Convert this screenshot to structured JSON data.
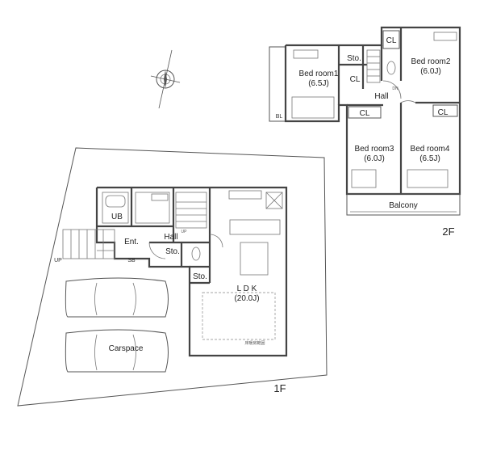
{
  "floors": {
    "first_floor_label": "1F",
    "second_floor_label": "2F"
  },
  "rooms_2f": {
    "bed1": "Bed room1",
    "bed1_size": "(6.5J)",
    "bed2": "Bed room2",
    "bed2_size": "(6.0J)",
    "bed3": "Bed room3",
    "bed3_size": "(6.0J)",
    "bed4": "Bed room4",
    "bed4_size": "(6.5J)",
    "hall": "Hall",
    "storage": "Sto.",
    "closet": "CL",
    "balcony": "Balcony",
    "bl": "BL",
    "dn": "DN"
  },
  "rooms_1f": {
    "ldk": "L D K",
    "ldk_size": "(20.0J)",
    "ub": "UB",
    "entrance": "Ent.",
    "hall": "Hall",
    "storage": "Sto.",
    "sb": "SB",
    "up": "UP",
    "up_small": "UP",
    "carspace": "Carspace",
    "floor_note": "床暖房範囲"
  },
  "colors": {
    "wall": "#444444",
    "fixture": "#777777",
    "background": "#ffffff"
  }
}
